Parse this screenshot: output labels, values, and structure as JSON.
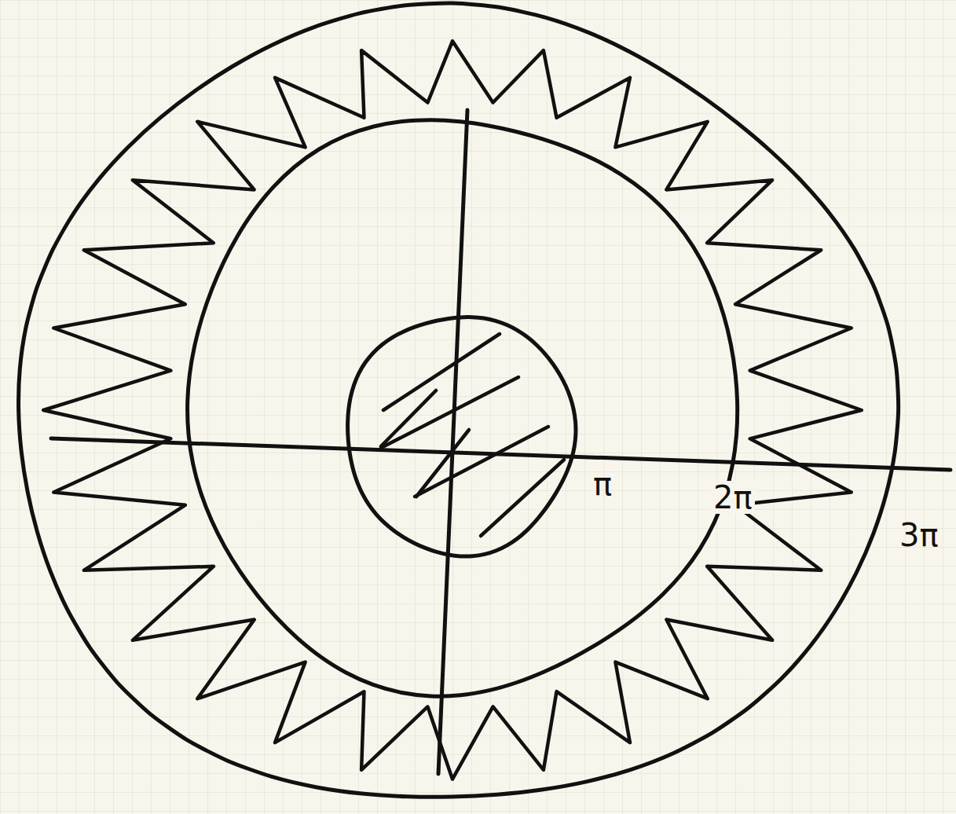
{
  "diagram": {
    "labels": [
      "π",
      "2π",
      "3π"
    ]
  }
}
